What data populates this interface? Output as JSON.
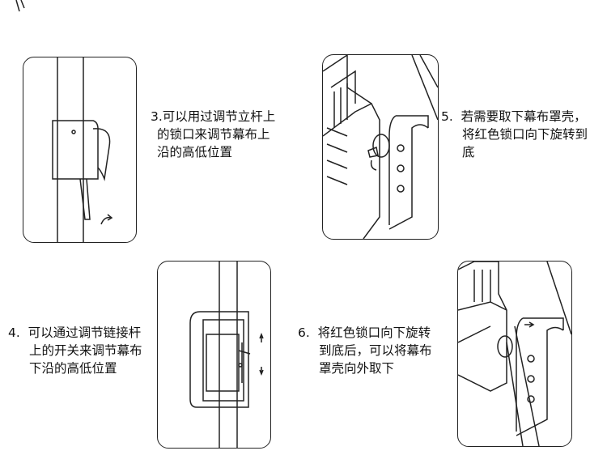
{
  "steps": [
    {
      "number": "3.",
      "lines": [
        "可以用过调节立杆上",
        "的锁口来调节幕布上",
        "沿的高低位置"
      ]
    },
    {
      "number": "5.",
      "lines": [
        "若需要取下幕布罩壳，",
        "将红色锁口向下旋转到",
        "底"
      ]
    },
    {
      "number": "4.",
      "lines": [
        "可以通过调节链接杆",
        "上的开关来调节幕布",
        "下沿的高低位置"
      ]
    },
    {
      "number": "6.",
      "lines": [
        "将红色锁口向下旋转",
        "到底后，可以将幕布",
        "罩壳向外取下"
      ]
    }
  ]
}
